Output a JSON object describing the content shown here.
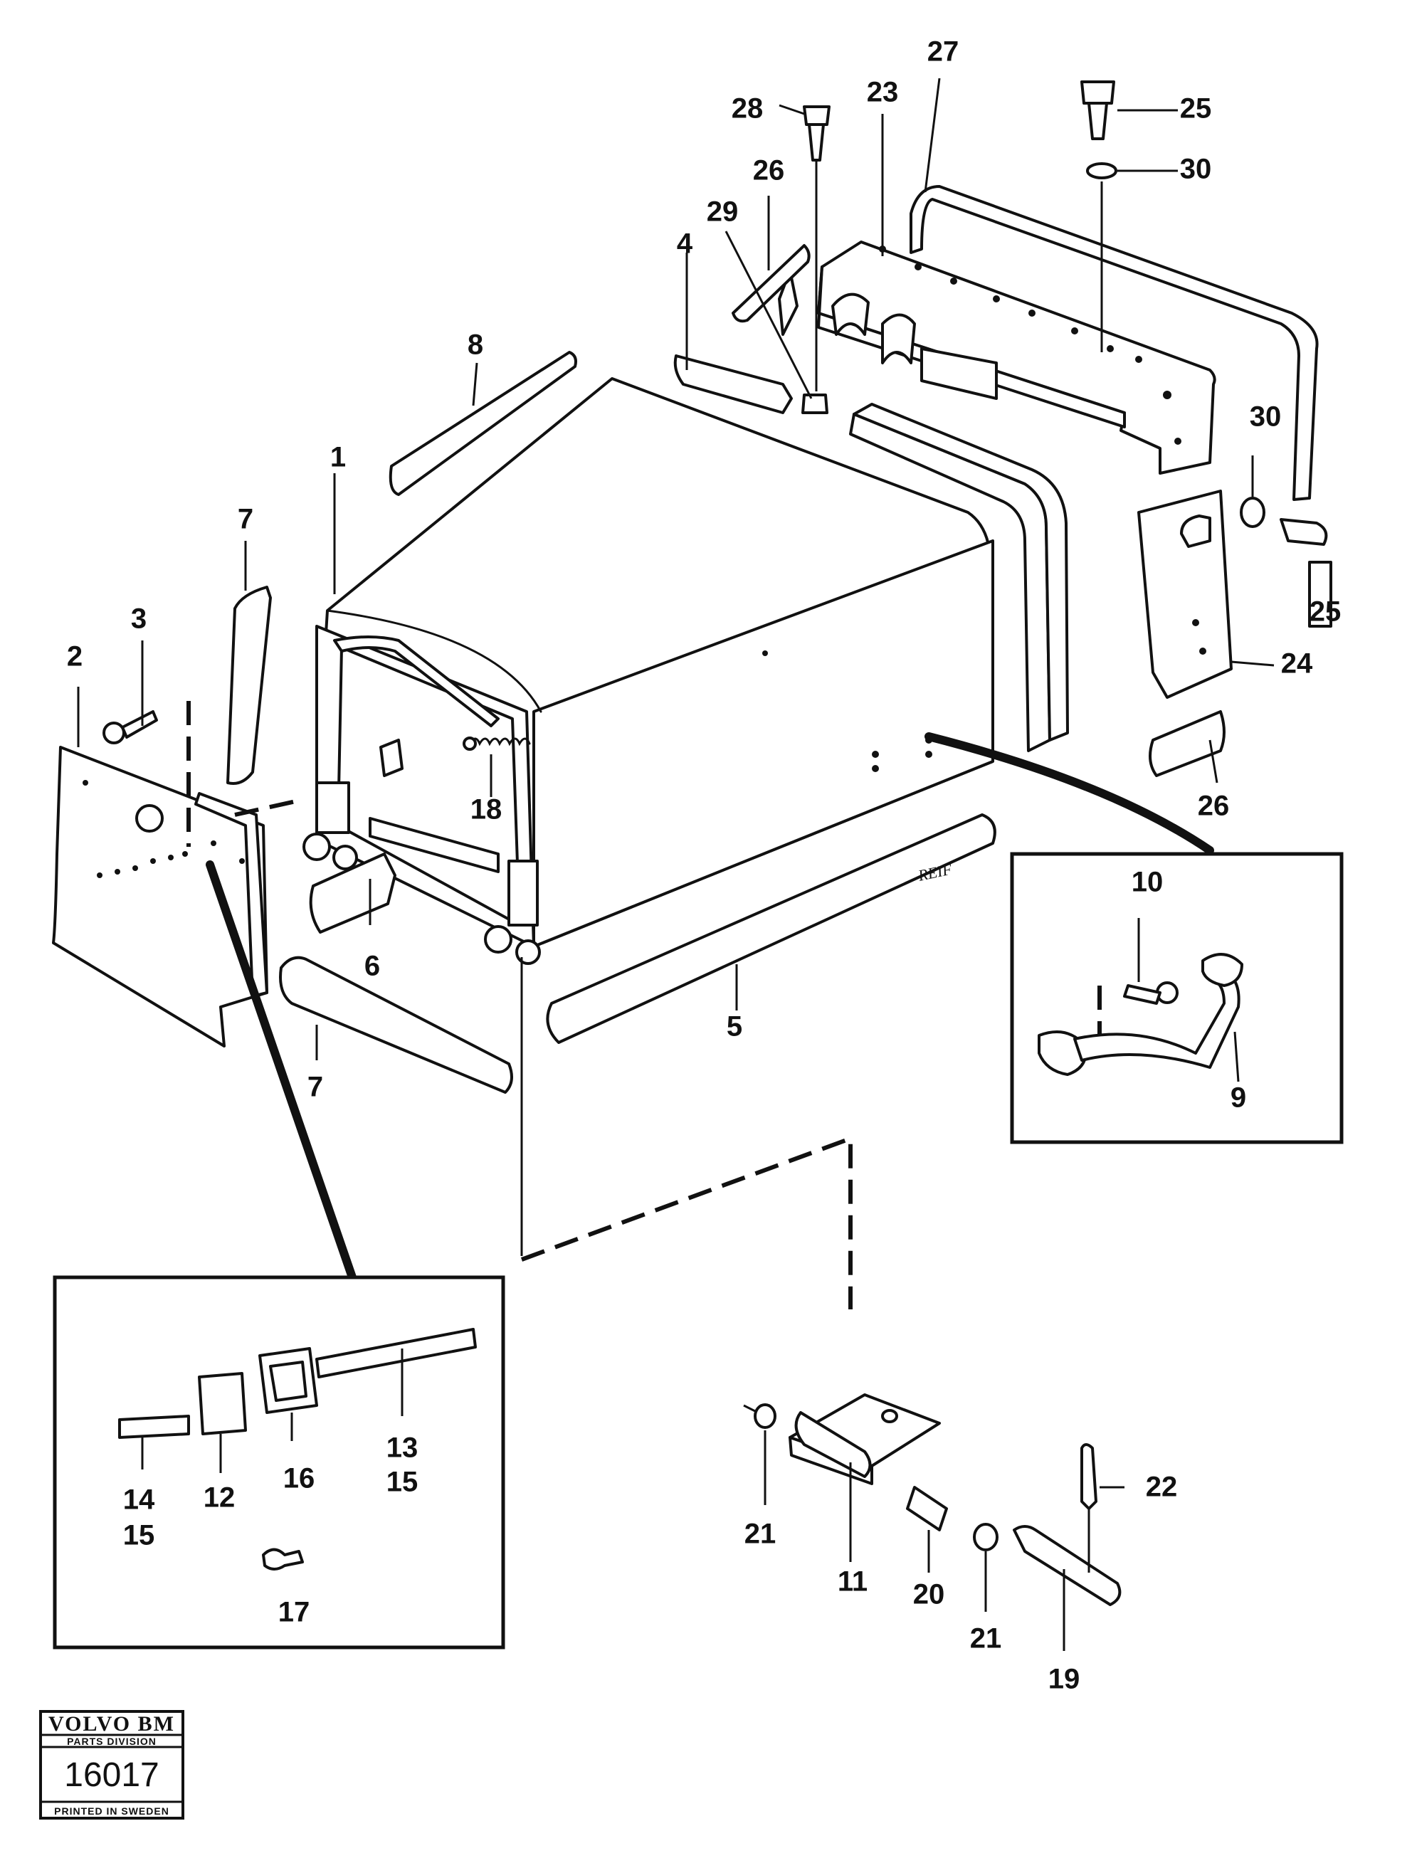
{
  "callouts": {
    "c1": "1",
    "c2": "2",
    "c3": "3",
    "c4": "4",
    "c5": "5",
    "c6": "6",
    "c7a": "7",
    "c7b": "7",
    "c8": "8",
    "c9": "9",
    "c10": "10",
    "c11": "11",
    "c12": "12",
    "c13": "13",
    "c14": "14",
    "c15a": "15",
    "c15b": "15",
    "c16": "16",
    "c17": "17",
    "c18": "18",
    "c19": "19",
    "c20": "20",
    "c21a": "21",
    "c21b": "21",
    "c22": "22",
    "c23": "23",
    "c24": "24",
    "c25a": "25",
    "c25b": "25",
    "c26a": "26",
    "c26b": "26",
    "c27": "27",
    "c28": "28",
    "c29": "29",
    "c30a": "30",
    "c30b": "30"
  },
  "signature": "REIF",
  "badge": {
    "brand": "VOLVO BM",
    "division": "PARTS DIVISION",
    "number": "16017",
    "printed": "PRINTED IN SWEDEN"
  }
}
